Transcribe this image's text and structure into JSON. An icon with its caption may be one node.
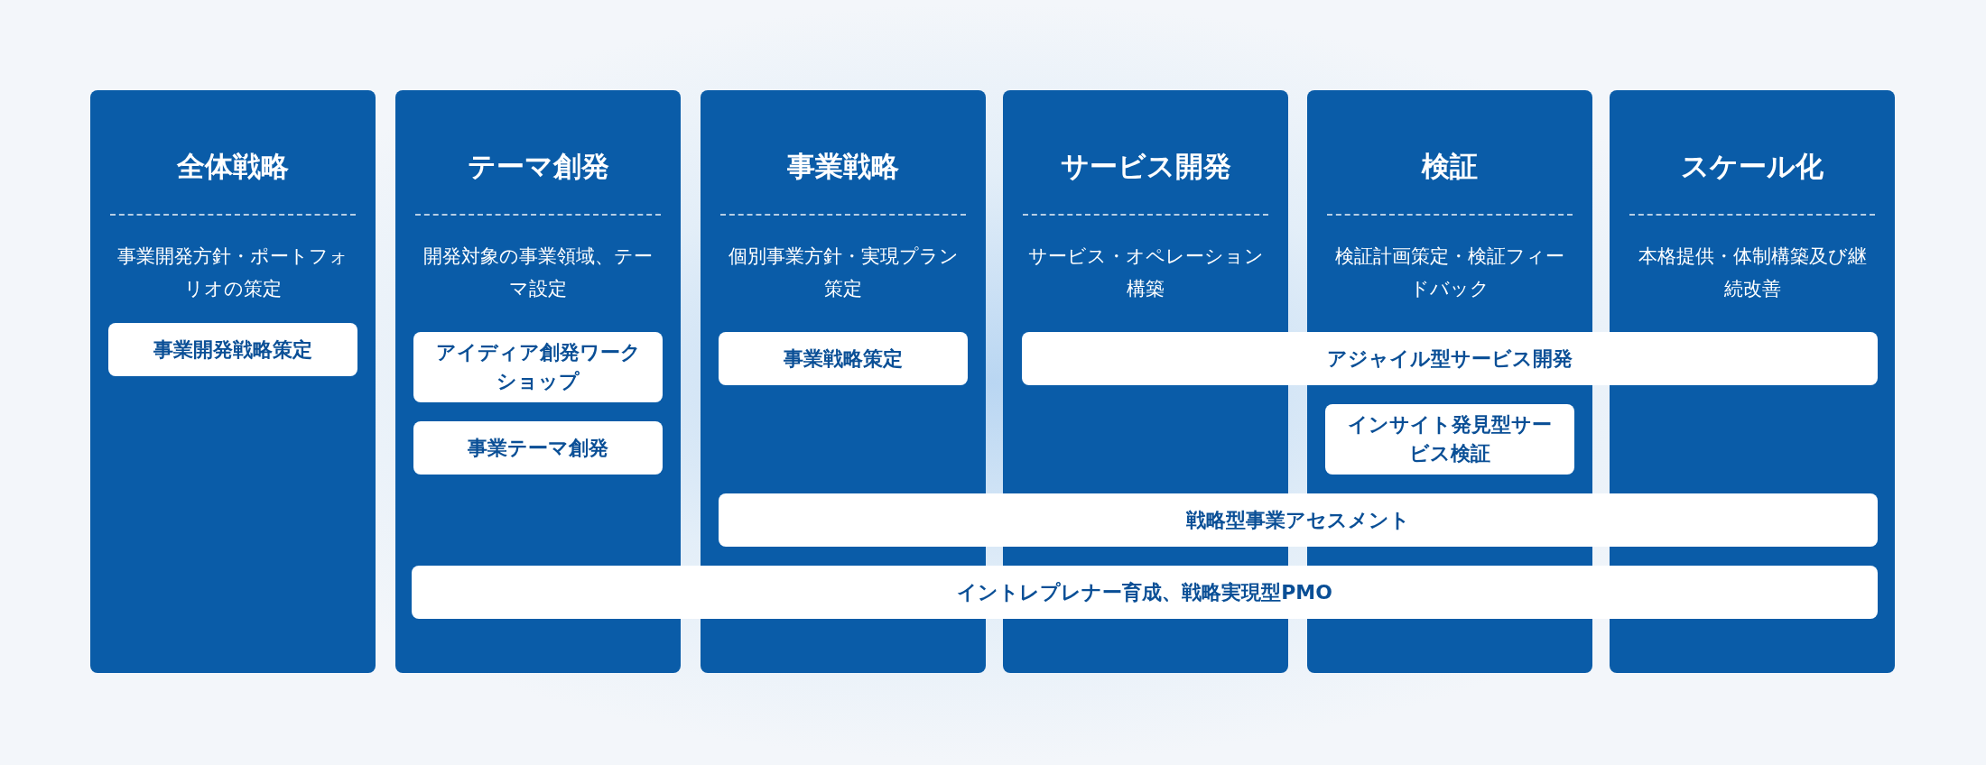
{
  "diagram": {
    "nodes": [
      {
        "text": [
          "全体戦略",
          "事業開発方針・ポートフォリオの策定"
        ]
      },
      {
        "text": [
          "テーマ創発",
          "開発対象の事業領域、テーマ設定"
        ]
      },
      {
        "text": [
          "事業戦略",
          "個別事業方針・実現プラン策定"
        ]
      },
      {
        "text": [
          "サービス開発",
          "サービス・オペレーション構築"
        ]
      },
      {
        "text": [
          "検証",
          "検証計画策定・検証フィードバック"
        ]
      },
      {
        "text": [
          "スケール化",
          "本格提供・体制構築及び継続改善"
        ]
      },
      {
        "text": [
          "事業開発戦略策定"
        ],
        "in": 0
      },
      {
        "text": [
          "アイディア創発ワークショップ"
        ],
        "in": 1
      },
      {
        "text": [
          "事業テーマ創発"
        ],
        "in": 1
      },
      {
        "text": [
          "事業戦略策定"
        ],
        "in": 2
      },
      {
        "text": [
          "アジャイル型サービス開発"
        ]
      },
      {
        "text": [
          "インサイト発見型サービス検証"
        ],
        "in": 4
      },
      {
        "text": [
          "戦略型事業アセスメント"
        ]
      },
      {
        "text": [
          "イントレプレナー育成、戦略実現型PMO"
        ]
      }
    ],
    "edges": []
  }
}
